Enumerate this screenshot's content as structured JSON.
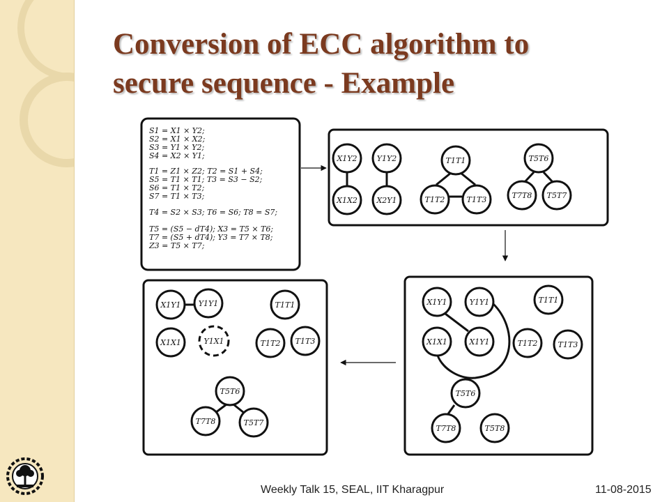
{
  "slide": {
    "title_line1": "Conversion of ECC algorithm to",
    "title_line2": "secure sequence - Example"
  },
  "equations": {
    "group1": [
      "S1 = X1 × Y2;",
      "S2 = X1 × X2;",
      "S3 = Y1 × Y2;",
      "S4 = X2 × Y1;"
    ],
    "group2": [
      "T1 = Z1 × Z2; T2 = S1 + S4;",
      "S5 = T1 × T1; T3 = S3 − S2;",
      "S6 = T1 × T2;",
      "S7 = T1 × T3;"
    ],
    "group3": [
      "T4 = S2 × S3; T6 = S6; T8 = S7;"
    ],
    "group4": [
      "T5 = (S5 − dT4); X3 = T5 × T6;",
      "T7 = (S5 + dT4); Y3 = T7 × T8;",
      "Z3 = T5 × T7;"
    ]
  },
  "nodes": {
    "x1y2": "X1Y2",
    "y1y2": "Y1Y2",
    "x1x2": "X1X2",
    "x2y1": "X2Y1",
    "t1t1": "T1T1",
    "t1t2": "T1T2",
    "t1t3": "T1T3",
    "t5t6": "T5T6",
    "t7t8": "T7T8",
    "t5t7": "T5T7",
    "x1y1": "X1Y1",
    "y1y1": "Y1Y1",
    "x1x1": "X1X1",
    "y1x1": "Y1X1",
    "t5t8": "T5T8"
  },
  "footer": {
    "talk": "Weekly Talk 15, SEAL, IIT Kharagpur",
    "date": "11-08-2015"
  },
  "colors": {
    "title": "#7b3a1f",
    "side_band": "#f6e7bf",
    "box_border": "#111111"
  }
}
